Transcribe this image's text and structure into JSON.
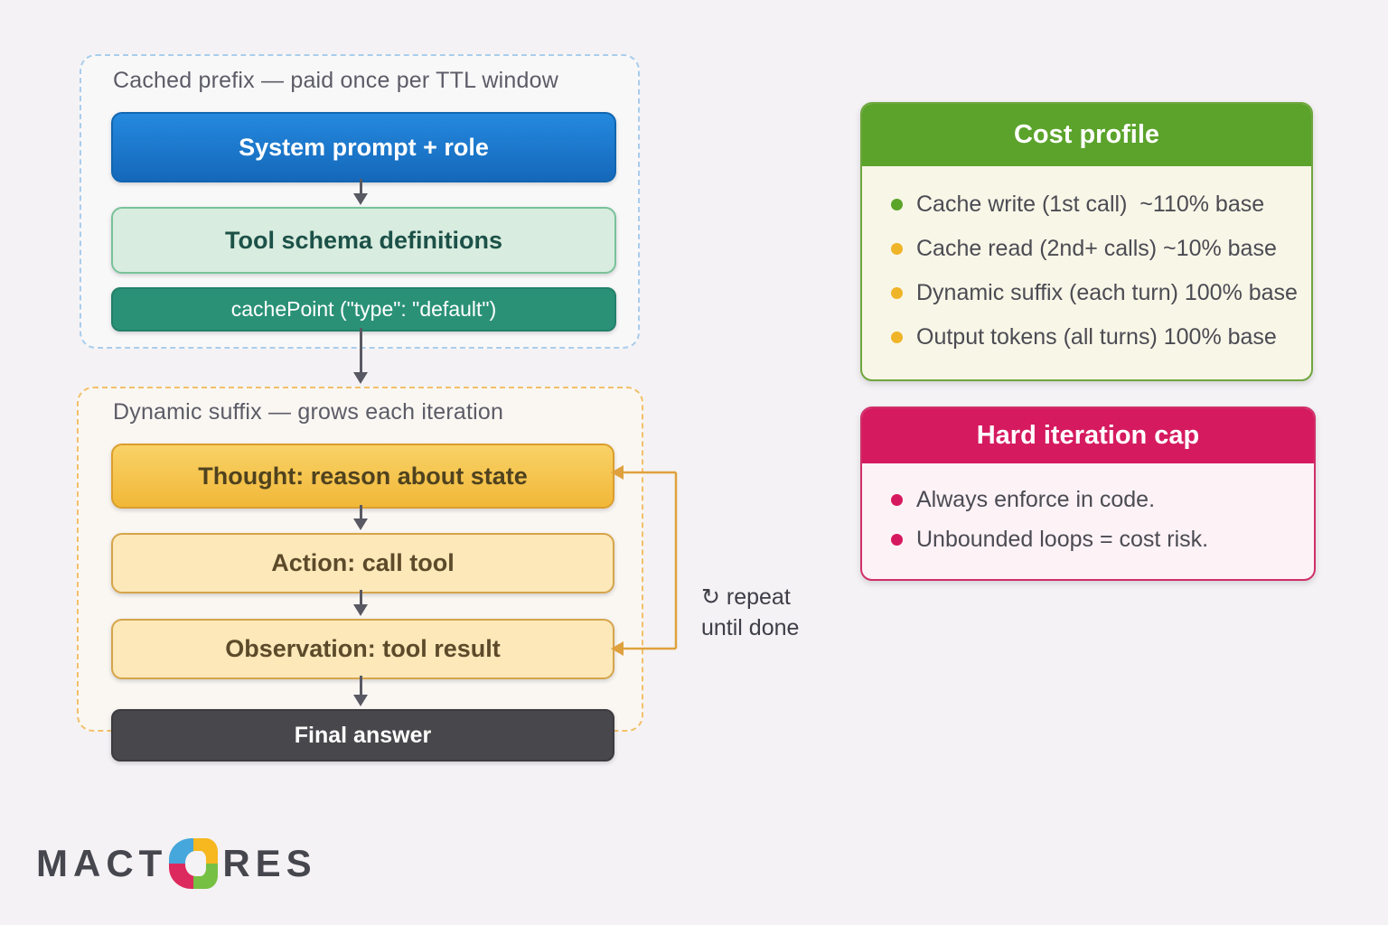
{
  "cached_prefix": {
    "title": "Cached prefix — paid once per TTL window",
    "nodes": [
      {
        "id": "system_prompt",
        "label": "System prompt + role"
      },
      {
        "id": "tool_schema",
        "label": "Tool schema definitions"
      },
      {
        "id": "cache_point",
        "label": "cachePoint (\"type\": \"default\")"
      }
    ]
  },
  "dynamic_suffix": {
    "title": "Dynamic suffix — grows each iteration",
    "nodes": [
      {
        "id": "thought",
        "label": "Thought: reason about state"
      },
      {
        "id": "action",
        "label": "Action: call tool"
      },
      {
        "id": "observation",
        "label": "Observation: tool result"
      },
      {
        "id": "final_answer",
        "label": "Final answer"
      }
    ],
    "loop": {
      "icon": "↻",
      "line1": " repeat",
      "line2": "until done"
    }
  },
  "cost_profile": {
    "title": "Cost profile",
    "items": [
      {
        "text": "Cache write (1st call)  ~110% base",
        "bullet": "green"
      },
      {
        "text": "Cache read (2nd+ calls) ~10% base",
        "bullet": "amber"
      },
      {
        "text": "Dynamic suffix (each turn) 100% base",
        "bullet": "amber"
      },
      {
        "text": "Output tokens (all turns) 100% base",
        "bullet": "amber"
      }
    ]
  },
  "hard_iteration_cap": {
    "title": "Hard iteration cap",
    "items": [
      {
        "text": "Always enforce in code.",
        "bullet": "pink"
      },
      {
        "text": "Unbounded loops = cost risk.",
        "bullet": "pink"
      }
    ]
  },
  "logo": {
    "prefix": "MACT",
    "suffix": "RES"
  },
  "colors": {
    "background": "#f4f2f4",
    "node_blue": "#1b7cd4",
    "node_mint_bg": "#d8ecdf",
    "node_teal": "#2a9177",
    "node_amber": "#f2b93c",
    "node_amber_light": "#fce8b9",
    "node_dark": "#48484c",
    "cached_border": "#a9cdec",
    "dynamic_border": "#f2c06a",
    "loop_orange": "#dfa13d",
    "card_green": "#5ba32b",
    "card_pink": "#d51a5f",
    "bullet_green": "#5ba42a",
    "bullet_amber": "#f0b429",
    "bullet_pink": "#d6195f",
    "logo_blue": "#45a7db",
    "logo_yellow": "#f6b71f",
    "logo_green": "#76c043",
    "logo_pink": "#dd2a5e"
  }
}
